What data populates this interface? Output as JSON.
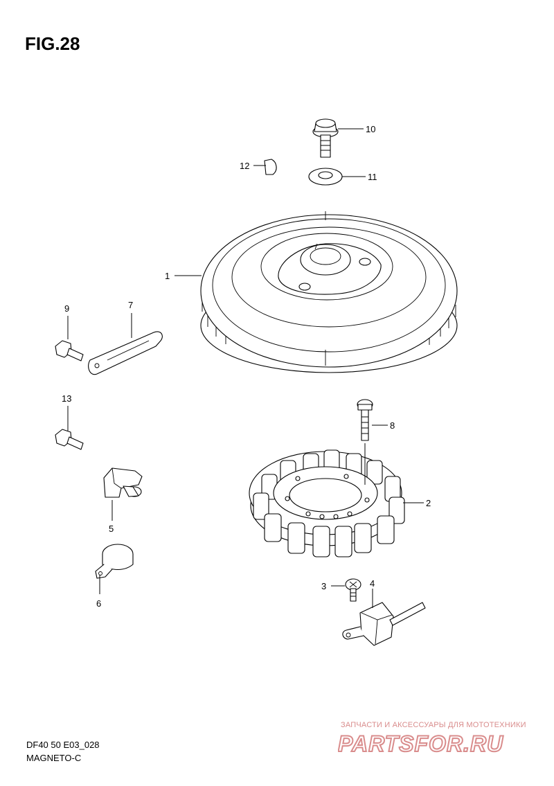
{
  "figure": {
    "title": "FIG.28",
    "code": "DF40 50 E03_028",
    "name": "MAGNETO-C"
  },
  "callouts": [
    "1",
    "2",
    "3",
    "4",
    "5",
    "6",
    "7",
    "8",
    "9",
    "10",
    "11",
    "12",
    "13"
  ],
  "watermark": {
    "text": "ЗАПЧАСТИ И АКСЕССУАРЫ ДЛЯ МОТОТЕХНИКИ",
    "logo": "PARTSFOR.RU",
    "color": "#d98c8c"
  }
}
